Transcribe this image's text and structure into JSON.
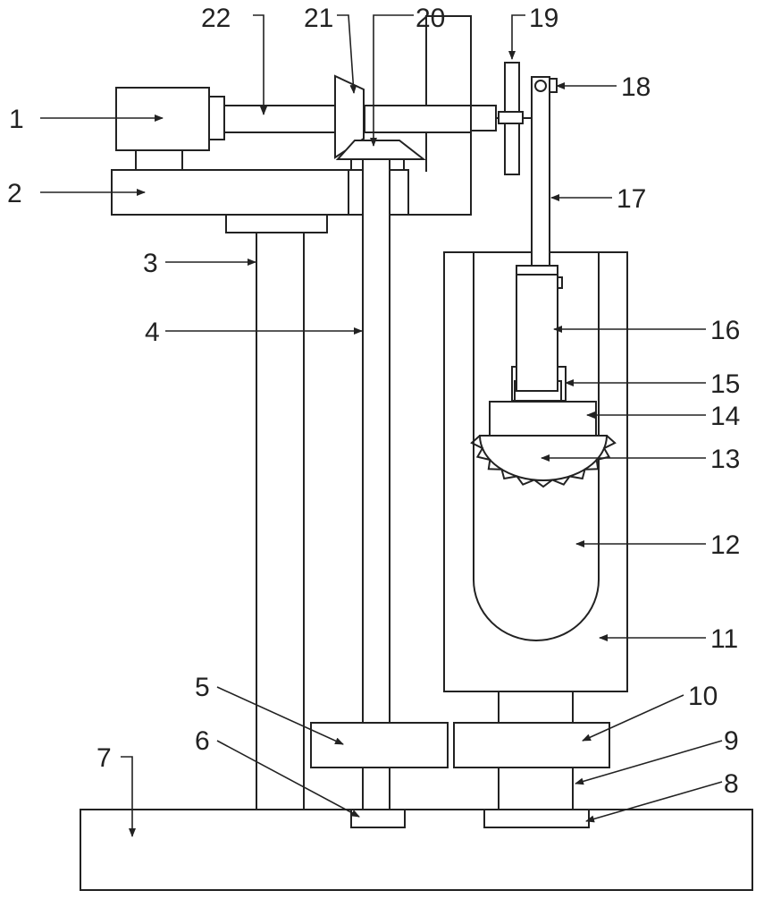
{
  "labels": [
    "1",
    "2",
    "3",
    "4",
    "5",
    "6",
    "7",
    "8",
    "9",
    "10",
    "11",
    "12",
    "13",
    "14",
    "15",
    "16",
    "17",
    "18",
    "19",
    "20",
    "21",
    "22"
  ],
  "colors": {
    "line": "#222222",
    "background": "#ffffff"
  }
}
